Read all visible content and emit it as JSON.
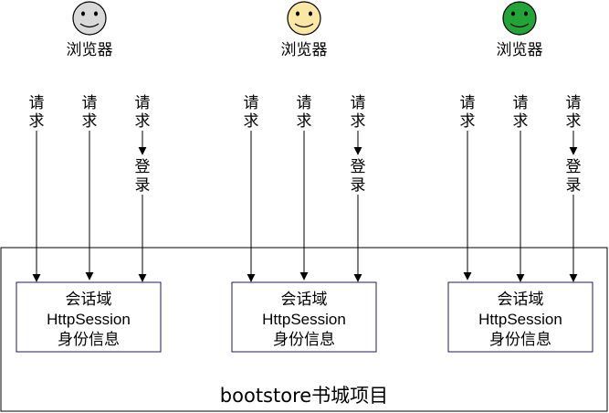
{
  "browsers": [
    {
      "label": "浏览器",
      "face_color": "#d9d9d9"
    },
    {
      "label": "浏览器",
      "face_color": "#fbe7a4"
    },
    {
      "label": "浏览器",
      "face_color": "#23a437"
    }
  ],
  "request_label": [
    "请",
    "求"
  ],
  "login_label": [
    "登",
    "录"
  ],
  "session_box": {
    "line1": "会话域",
    "line2": "HttpSession",
    "line3": "身份信息"
  },
  "project": {
    "label": "bootstore书城项目"
  },
  "colors": {
    "session_border": "#1f1a5c",
    "stroke": "#000000"
  }
}
